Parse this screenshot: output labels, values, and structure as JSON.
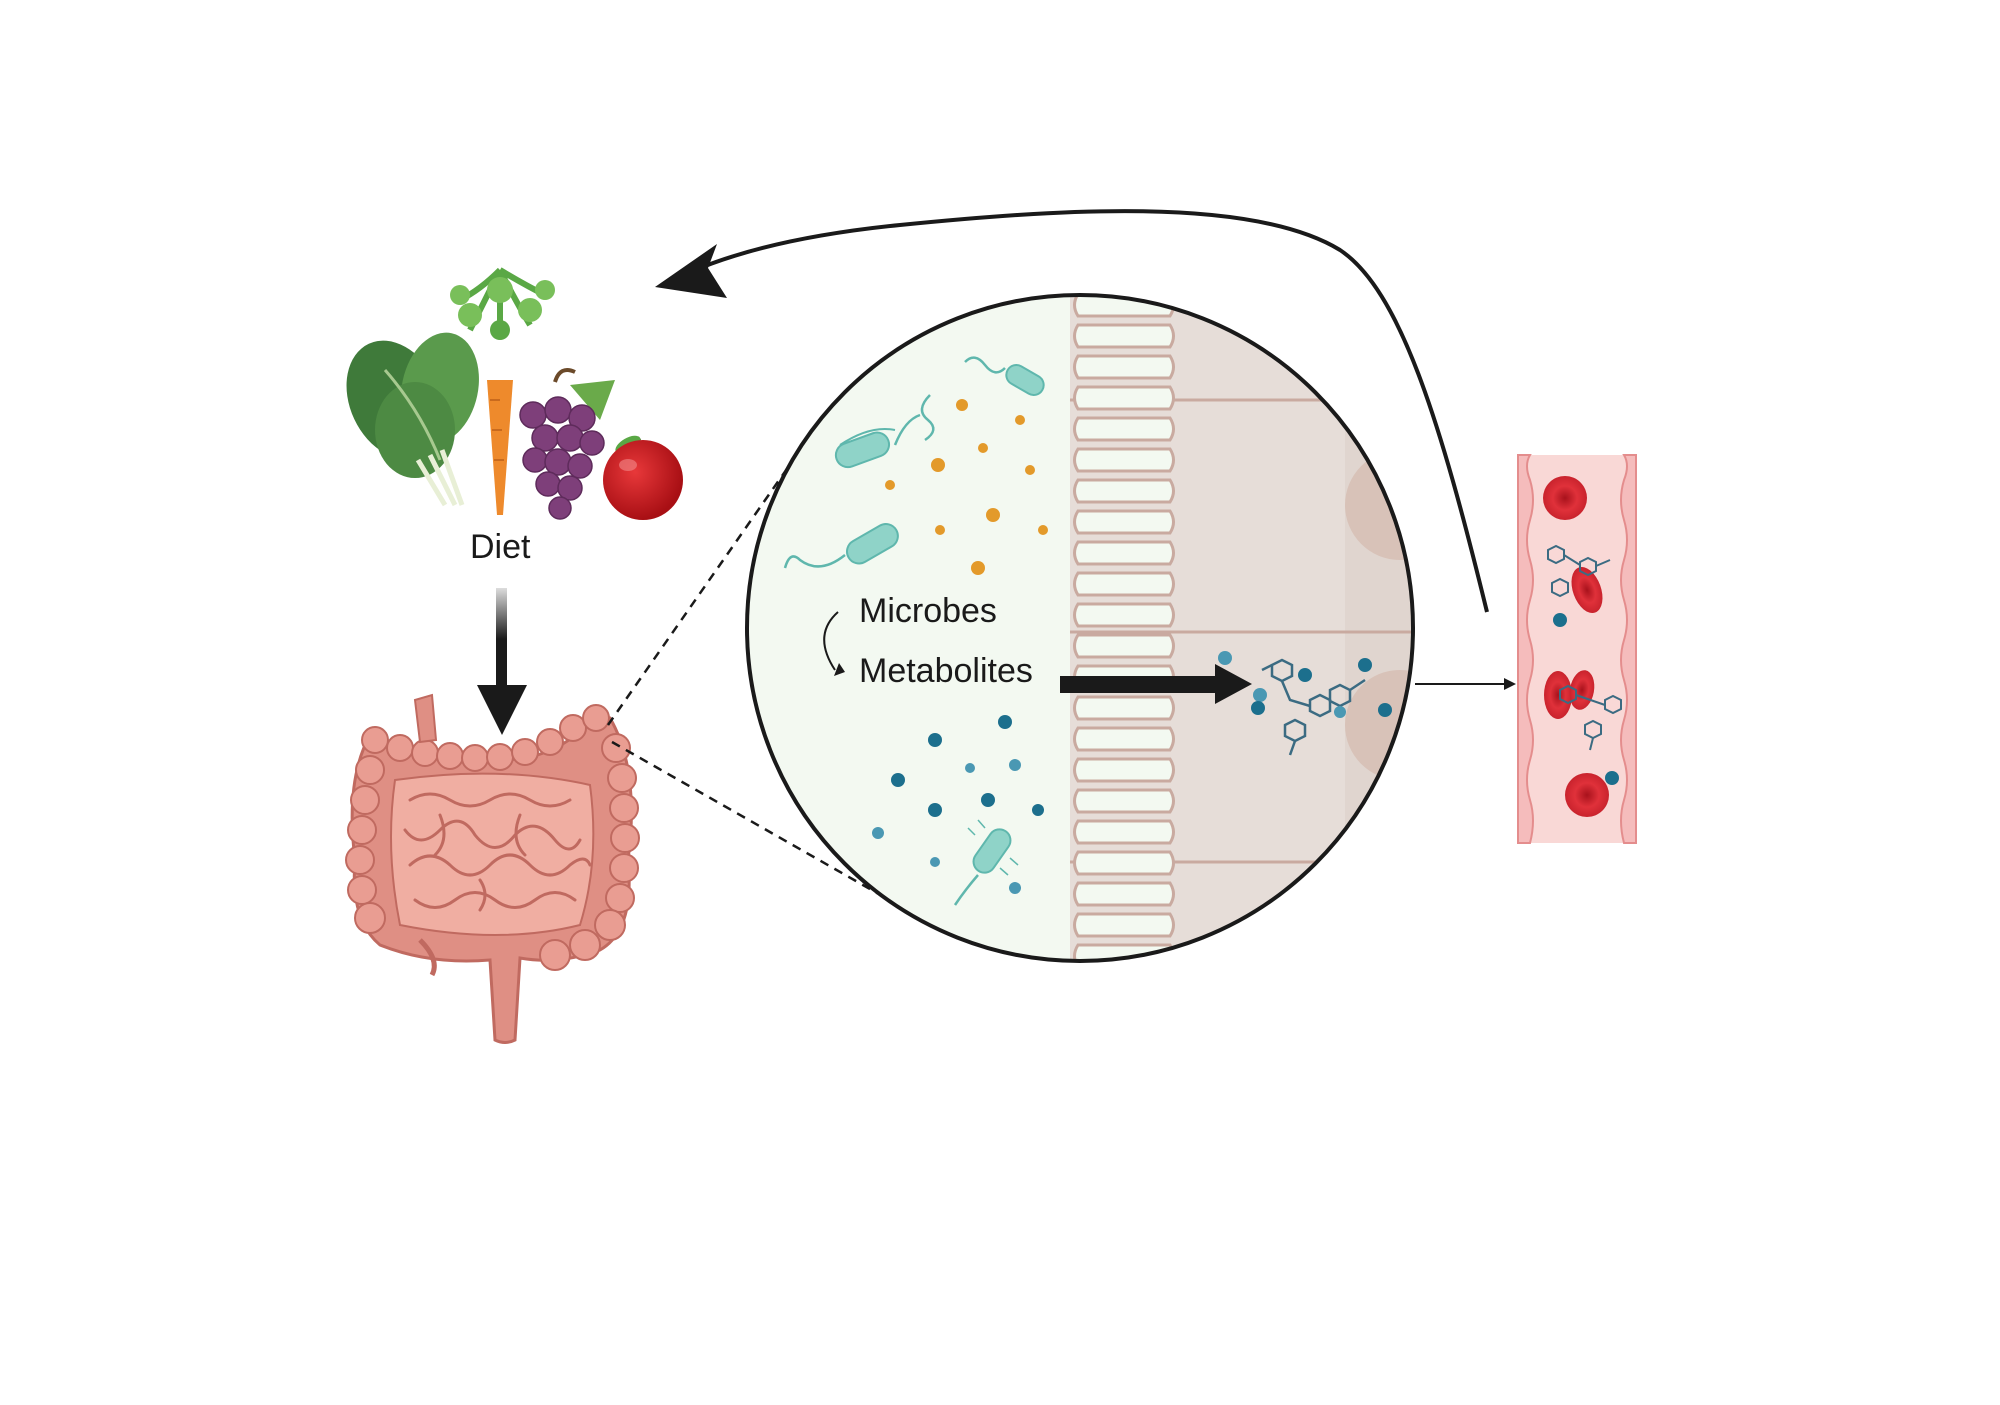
{
  "labels": {
    "diet": "Diet",
    "microbes": "Microbes",
    "metabolites": "Metabolites"
  },
  "colors": {
    "gut": "#e69a8f",
    "gut_dark": "#c86f66",
    "lumen": "#f3f9f1",
    "epithelium": "#e6ddd8",
    "villus_outline": "#c9aaa0",
    "microbe": "#7fc8bd",
    "orange_metabolite": "#e39a2a",
    "blue_metabolite": "#1c6f8d",
    "blood_vessel": "#f8d2d2",
    "red_blood_cell": "#cf2630",
    "arrow": "#1a1a1a"
  },
  "icons": [
    "leafy-greens-icon",
    "carrot-icon",
    "grapes-icon",
    "apple-icon",
    "intestine-icon",
    "bacteria-icon",
    "blood-vessel-icon",
    "red-blood-cell-icon",
    "molecule-icon"
  ]
}
